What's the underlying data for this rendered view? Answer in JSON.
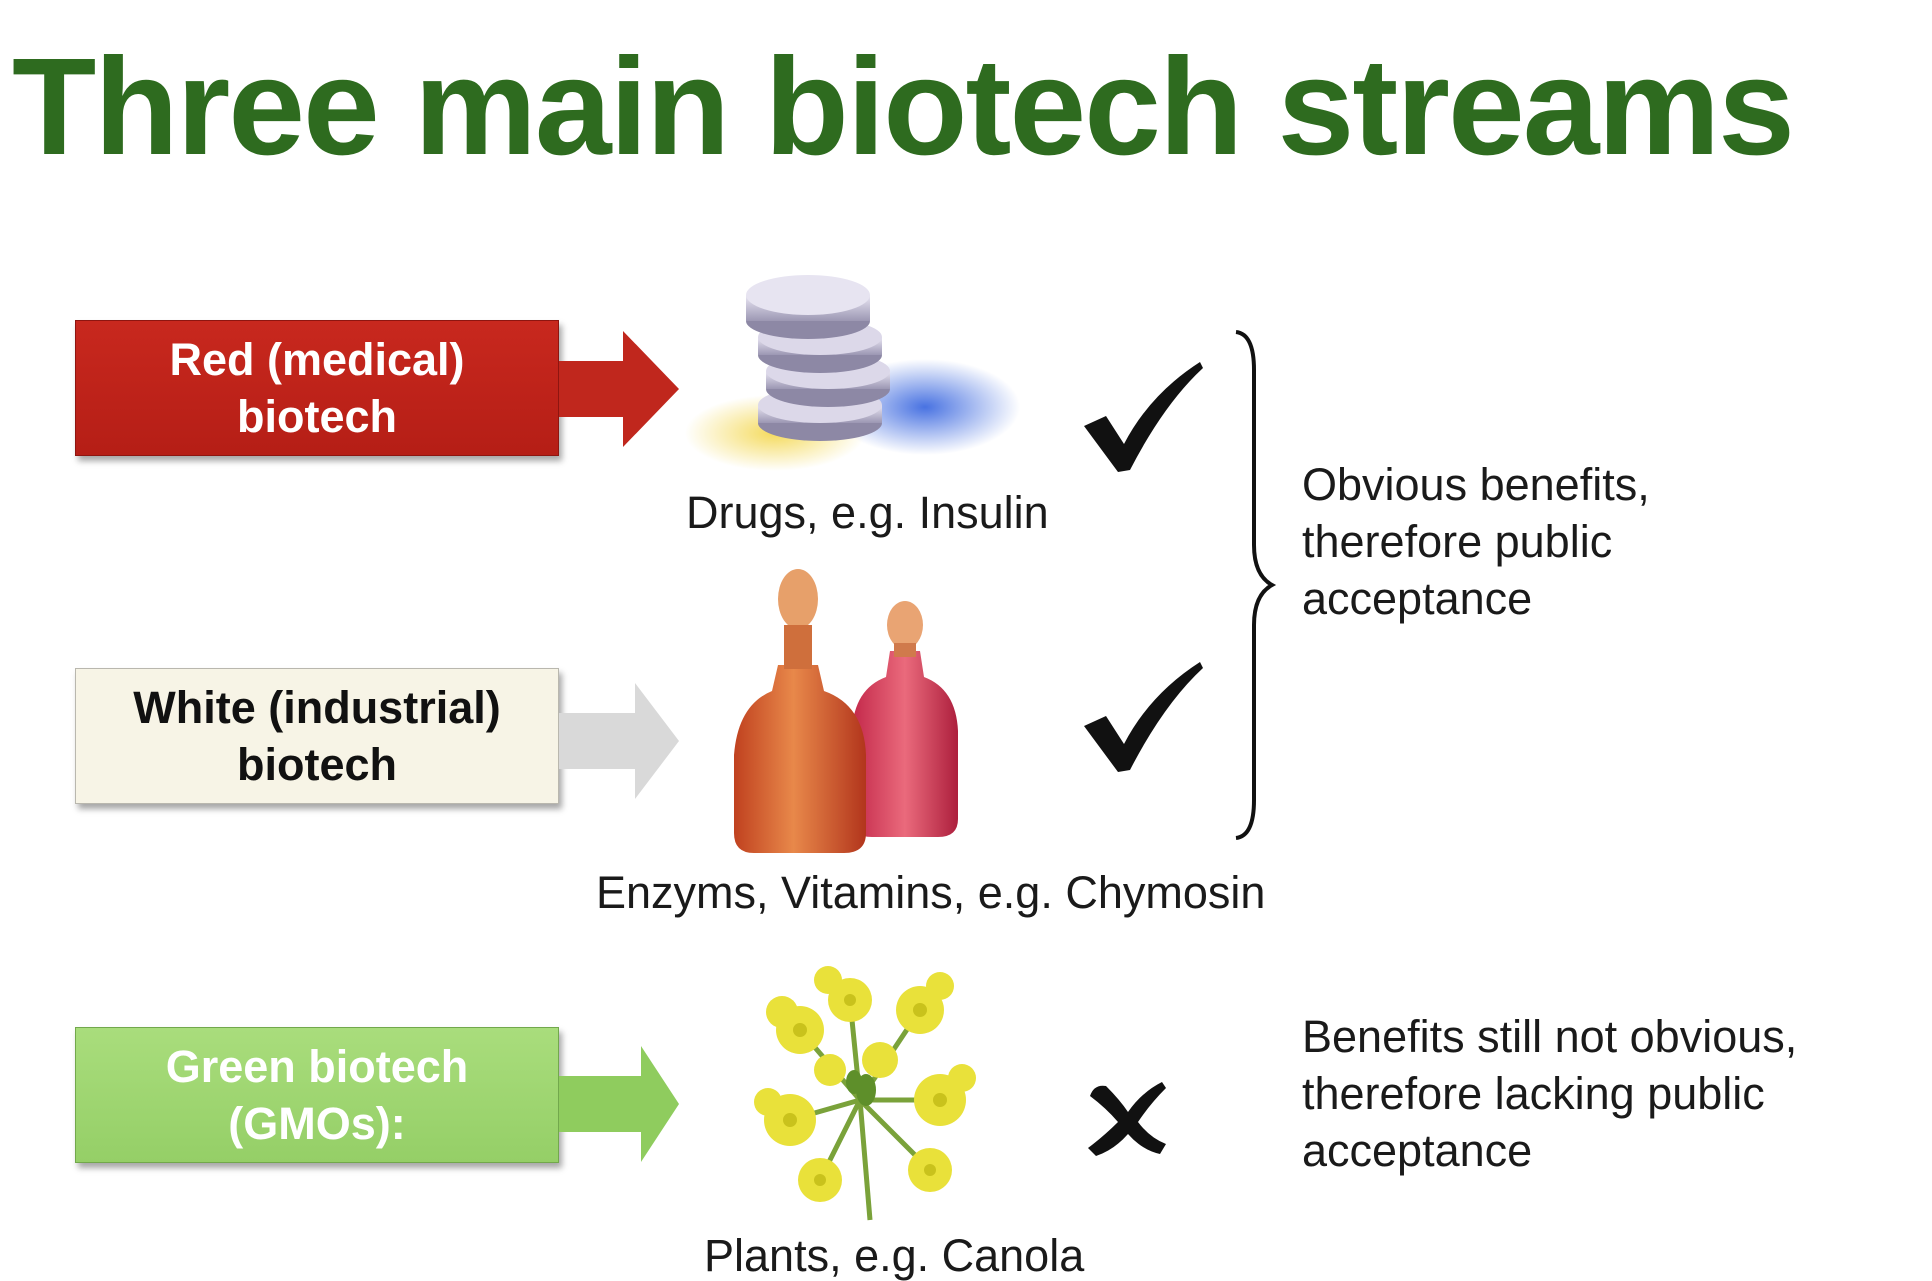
{
  "title": "Three main biotech streams",
  "streams": [
    {
      "label_line1": "Red (medical)",
      "label_line2": "biotech",
      "color": "#b51e16",
      "arrow_color": "#c0271d",
      "caption": "Drugs, e.g. Insulin",
      "illustration_icon": "pills-icon",
      "verdict_icon": "check-icon"
    },
    {
      "label_line1": "White (industrial)",
      "label_line2": "biotech",
      "color": "#f7f4e6",
      "arrow_color": "#d6d6d6",
      "caption": "Enzyms, Vitamins, e.g. Chymosin",
      "illustration_icon": "bottles-icon",
      "verdict_icon": "check-icon"
    },
    {
      "label_line1": "Green biotech",
      "label_line2": "(GMOs):",
      "color": "#95cf67",
      "arrow_color": "#8fcc5e",
      "caption": "Plants, e.g. Canola",
      "illustration_icon": "canola-flower-icon",
      "verdict_icon": "cross-icon"
    }
  ],
  "notes": {
    "accepted": {
      "line1": "Obvious benefits,",
      "line2": "therefore public",
      "line3": "acceptance"
    },
    "not_accepted": {
      "line1": "Benefits still not obvious,",
      "line2": "therefore lacking public",
      "line3": "acceptance"
    }
  }
}
